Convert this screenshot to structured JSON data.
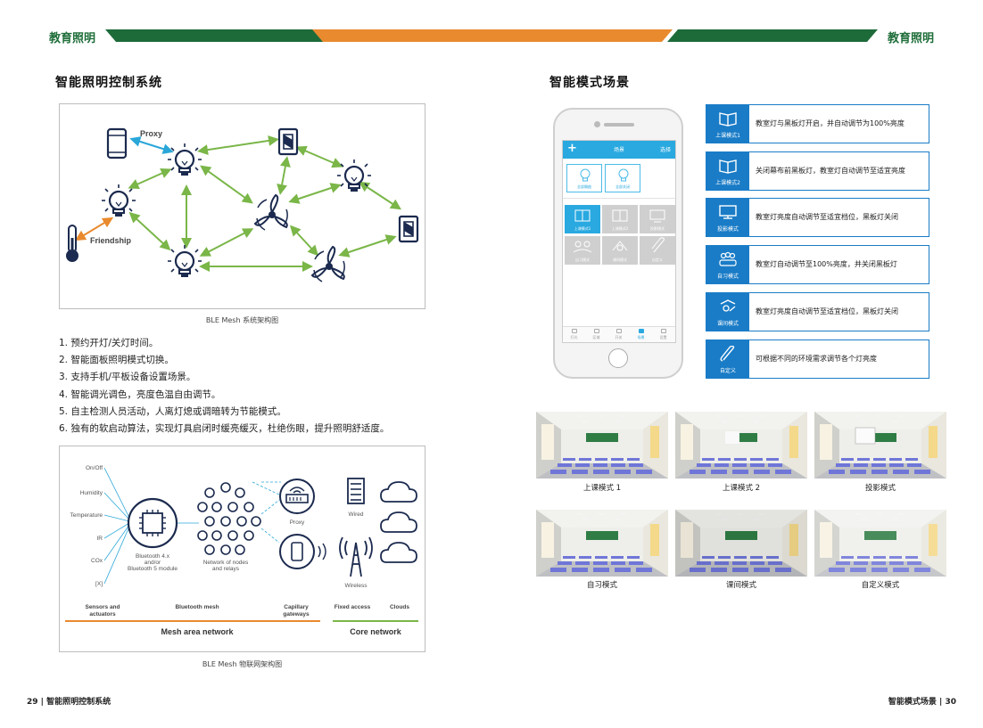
{
  "header": {
    "brand_left": "教育照明",
    "brand_right": "教育照明",
    "colors": {
      "green": "#1e6b3a",
      "orange": "#e98a2f"
    }
  },
  "left": {
    "title": "智能照明控制系统",
    "fig1": {
      "labels": {
        "proxy": "Proxy",
        "friendship": "Friendship"
      },
      "caption": "BLE Mesh 系统架构图"
    },
    "features": [
      "1. 预约开灯/关灯时间。",
      "2. 智能面板照明模式切换。",
      "3. 支持手机/平板设备设置场景。",
      "4. 智能调光调色，亮度色温自由调节。",
      "5. 自主检测人员活动，人离灯熄或调暗转为节能模式。",
      "6. 独有的软启动算法，实现灯具启闭时缓亮缓灭，杜绝伤眼，提升照明舒适度。"
    ],
    "fig2": {
      "sensors": [
        "On/Off",
        "Humidity",
        "Temperature",
        "IR",
        "COx",
        "[X]"
      ],
      "module": "Bluetooth 4.x\nand/or\nBluetooth 5 module",
      "network": "Network of nodes\nand relays",
      "proxy": "Proxy",
      "wired": "Wired",
      "wireless": "Wireless",
      "bottom_labels": {
        "sensors": "Sensors and\nactuators",
        "mesh": "Bluetooth mesh",
        "gateways": "Capillary\ngateways",
        "fixed": "Fixed access",
        "clouds": "Clouds"
      },
      "mesh_area": "Mesh area network",
      "core": "Core network",
      "caption": "BLE Mesh 物联网架构图"
    }
  },
  "right": {
    "title": "智能模式场景",
    "phone": {
      "plus": "+",
      "title": "场景",
      "action": "选择",
      "scenes": [
        "全部開啟",
        "全部关闭"
      ],
      "modes": [
        "上课模式1",
        "上课模式2",
        "投影模式",
        "自习模式",
        "课间模式",
        "自定义"
      ],
      "tabs": [
        "灯光",
        "区域",
        "开关",
        "场景",
        "设置"
      ]
    },
    "modes": [
      {
        "badge": "上课模式1",
        "desc": "教室灯与黑板灯开启，并自动调节为100%亮度"
      },
      {
        "badge": "上课模式2",
        "desc": "关闭幕布前黑板灯，教室灯自动调节至适宜亮度"
      },
      {
        "badge": "投影模式",
        "desc": "教室灯亮度自动调节至适宜档位，黑板灯关闭"
      },
      {
        "badge": "自习模式",
        "desc": "教室灯自动调节至100%亮度，并关闭黑板灯"
      },
      {
        "badge": "课间模式",
        "desc": "教室灯亮度自动调节至适宜档位，黑板灯关闭"
      },
      {
        "badge": "自定义",
        "desc": "可根据不同的环境需求调节各个灯亮度"
      }
    ],
    "photos": [
      "上课模式 1",
      "上课模式 2",
      "投影模式",
      "自习模式",
      "课间模式",
      "自定义模式"
    ]
  },
  "footer": {
    "left": "29 | 智能照明控制系统",
    "right": "智能模式场景 | 30"
  }
}
